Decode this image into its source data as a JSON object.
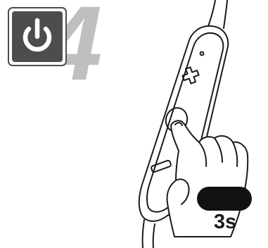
{
  "step": {
    "number": "4",
    "number_color": "#bfbfbf"
  },
  "badge": {
    "icon": "power-icon",
    "fill_color": "#4d4d4d",
    "icon_color": "#ffffff"
  },
  "remote": {
    "buttons": [
      "plus",
      "power",
      "minus"
    ]
  },
  "hold": {
    "duration": "3s",
    "bar_color": "#111111"
  }
}
